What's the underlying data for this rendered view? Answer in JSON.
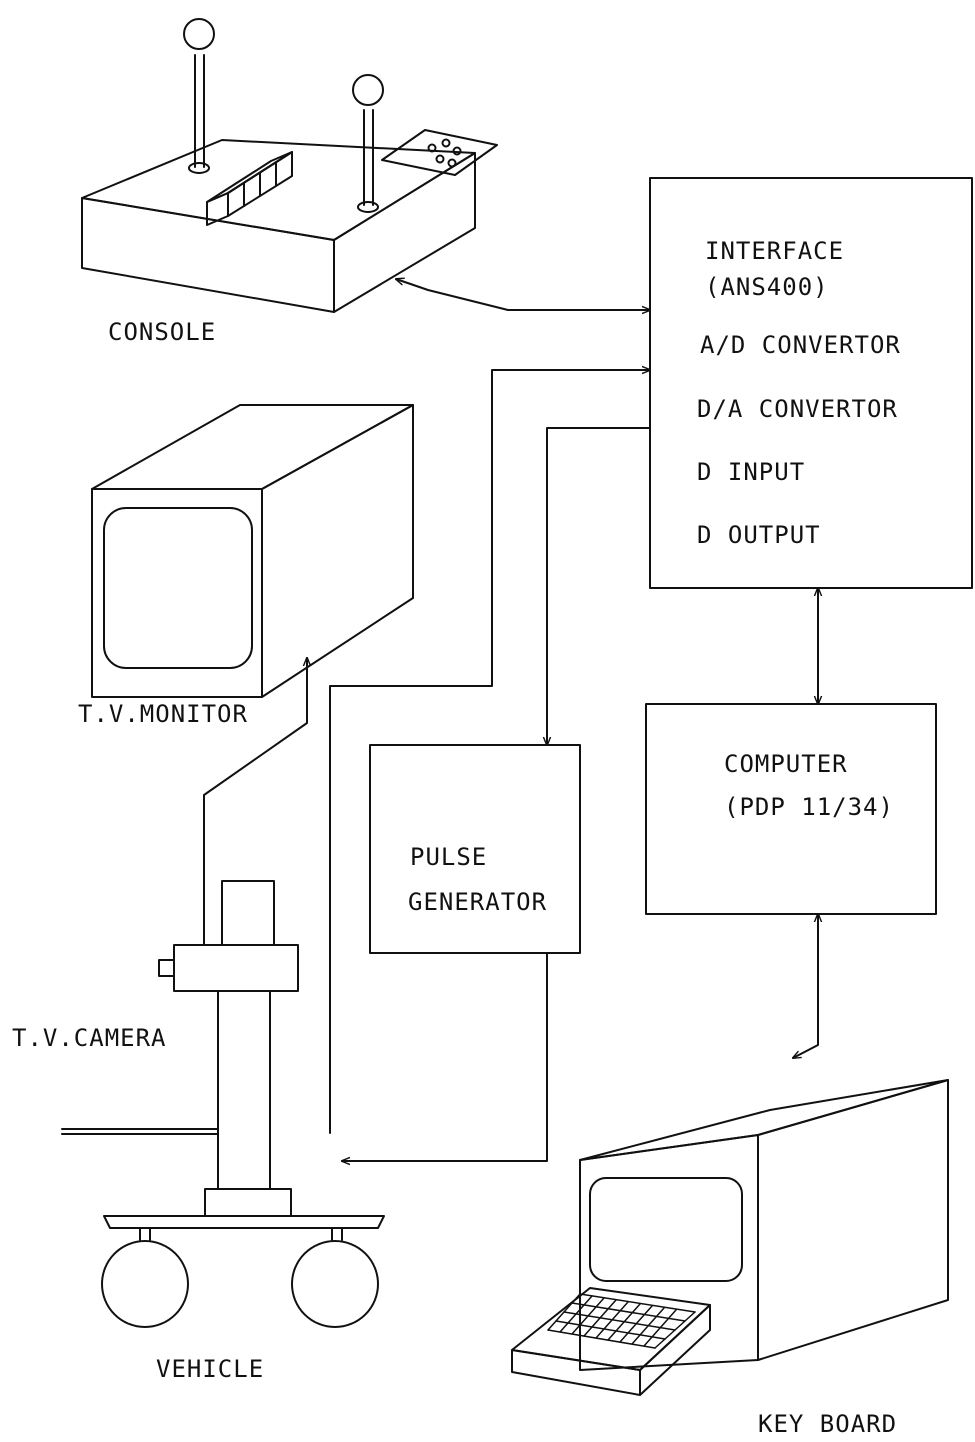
{
  "labels": {
    "console": "CONSOLE",
    "tv_monitor": "T.V.MONITOR",
    "tv_camera": "T.V.CAMERA",
    "vehicle": "VEHICLE",
    "keyboard": "KEY BOARD"
  },
  "interface": {
    "line1": "INTERFACE",
    "line2": "(ANS400)",
    "line3": "A/D CONVERTOR",
    "line4": "D/A CONVERTOR",
    "line5": "D INPUT",
    "line6": "D OUTPUT"
  },
  "computer": {
    "line1": "COMPUTER",
    "line2": "(PDP 11/34)"
  },
  "pulse_generator": {
    "line1": "PULSE",
    "line2": "GENERATOR"
  }
}
